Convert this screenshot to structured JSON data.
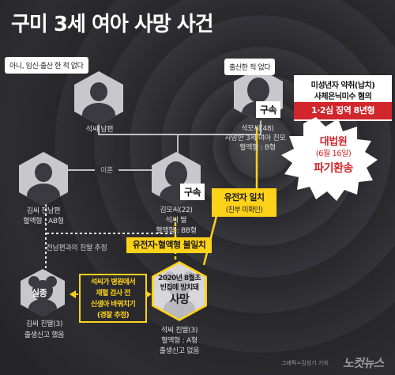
{
  "title": "구미 3세 여아 사망 사건",
  "persons": {
    "husband": {
      "caption": "석씨 남편",
      "quote": "아니, 임신·출산 한 적 없다"
    },
    "mother_seok": {
      "caption": "석모씨(48)",
      "relation": "사망한 3세 여아 친모",
      "blood": "혈액형 : B형",
      "quote": "출산한 적 없다",
      "tag": "구속"
    },
    "ex_husband": {
      "caption": "김씨 전남편",
      "blood": "혈액형 : AB형"
    },
    "kim": {
      "caption": "김모씨(22)",
      "relation": "석씨 딸",
      "blood": "혈액형 : BB형",
      "tag": "구속"
    },
    "missing_child": {
      "caption": "김씨 친딸(3)",
      "status": "출생신고 했음",
      "badge": "실종"
    },
    "dead_child": {
      "caption": "석씨 친딸(3)",
      "blood": "혈액형 : A형",
      "status": "출생신고 없음",
      "note_line1": "2020년 8월초",
      "note_line2": "빈집에 방치돼",
      "note_line3": "사망"
    }
  },
  "labels": {
    "divorce": "이혼",
    "bio_estimate": "전남편과의 친딸 추정",
    "dna_match_line1": "유전자 일치",
    "dna_match_line2": "(친부 미확인)",
    "dna_mismatch": "유전자·혈액형 불일치",
    "swap_line1": "석씨가 병원에서",
    "swap_line2": "재혈 검사 전",
    "swap_line3": "신생아 바꿔치기",
    "swap_line4": "(경찰 추정)"
  },
  "verdict": {
    "line1": "미성년자 약취(납치)",
    "line2": "사체은닉미수 혐의",
    "line3": "1·2심 징역 8년형",
    "court": "대법원",
    "date": "(6월 16일)",
    "result": "파기환송"
  },
  "credit": {
    "graphic": "그래픽=김성기 기자",
    "brand": "노컷뉴스"
  },
  "colors": {
    "accent": "#ffd21a",
    "verdict_red": "#d1262b"
  }
}
